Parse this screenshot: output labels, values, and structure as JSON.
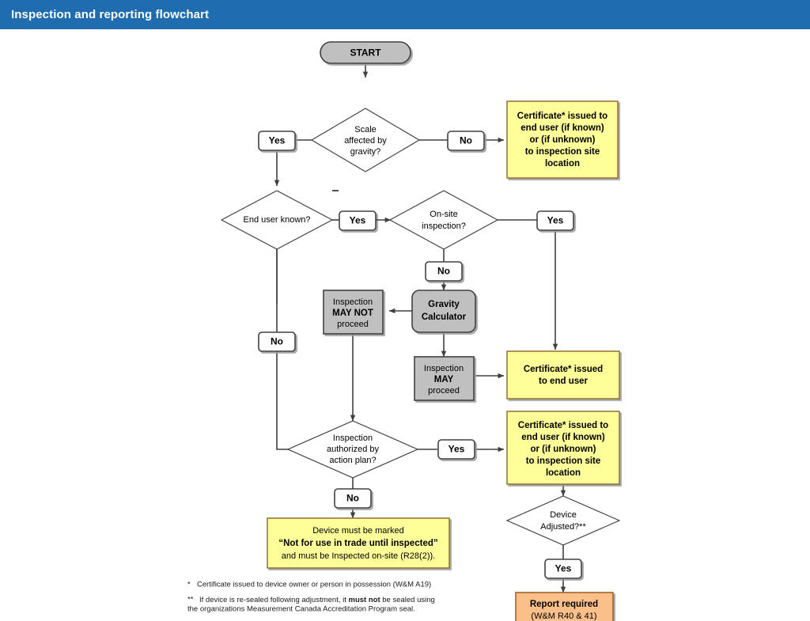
{
  "window": {
    "title": "Inspection and reporting flowchart",
    "title_bar_color": "#1f6cb0",
    "background_color": "#ffffff"
  },
  "palette": {
    "yellow_fill": "#ffff99",
    "yellow_stroke": "#8f7030",
    "gray_fill": "#c0c0c0",
    "gray_stroke": "#404040",
    "orange_fill": "#fbc08a",
    "orange_stroke": "#9c5a1e",
    "white_fill": "#ffffff",
    "line_color": "#404040"
  },
  "chart_data": {
    "type": "diagram",
    "title": "Inspection and reporting flowchart",
    "nodes": [
      {
        "id": "start",
        "shape": "terminator",
        "fill": "#c0c0c0",
        "text": "START"
      },
      {
        "id": "d_gravity",
        "shape": "decision",
        "fill": "#ffffff",
        "text": "Scale affected by gravity?"
      },
      {
        "id": "y_gravity",
        "shape": "connector",
        "fill": "#ffffff",
        "text": "Yes"
      },
      {
        "id": "n_gravity",
        "shape": "connector",
        "fill": "#ffffff",
        "text": "No"
      },
      {
        "id": "cert_top",
        "shape": "process",
        "fill": "#ffff99",
        "text": "Certificate* issued to end user (if known) or (if unknown) to inspection site location"
      },
      {
        "id": "d_enduser",
        "shape": "decision",
        "fill": "#ffffff",
        "text": "End user known?"
      },
      {
        "id": "y_enduser",
        "shape": "connector",
        "fill": "#ffffff",
        "text": "Yes"
      },
      {
        "id": "n_enduser",
        "shape": "connector",
        "fill": "#ffffff",
        "text": "No"
      },
      {
        "id": "d_onsite",
        "shape": "decision",
        "fill": "#ffffff",
        "text": "On-site inspection?"
      },
      {
        "id": "y_onsite",
        "shape": "connector",
        "fill": "#ffffff",
        "text": "Yes"
      },
      {
        "id": "n_onsite",
        "shape": "connector",
        "fill": "#ffffff",
        "text": "No"
      },
      {
        "id": "gravity_calc",
        "shape": "rounded-process",
        "fill": "#c0c0c0",
        "text": "Gravity Calculator"
      },
      {
        "id": "may_not",
        "shape": "process",
        "fill": "#c0c0c0",
        "text": "Inspection MAY NOT proceed"
      },
      {
        "id": "may",
        "shape": "process",
        "fill": "#c0c0c0",
        "text": "Inspection MAY proceed"
      },
      {
        "id": "cert_mid",
        "shape": "process",
        "fill": "#ffff99",
        "text": "Certificate* issued to end user"
      },
      {
        "id": "d_actionplan",
        "shape": "decision",
        "fill": "#ffffff",
        "text": "Inspection authorized by action plan?"
      },
      {
        "id": "y_actionplan",
        "shape": "connector",
        "fill": "#ffffff",
        "text": "Yes"
      },
      {
        "id": "n_actionplan",
        "shape": "connector",
        "fill": "#ffffff",
        "text": "No"
      },
      {
        "id": "cert_bottom",
        "shape": "process",
        "fill": "#ffff99",
        "text": "Certificate* issued to end user (if known) or (if unknown) to inspection site location"
      },
      {
        "id": "device_marked",
        "shape": "process",
        "fill": "#ffff99",
        "text": "Device must be marked \"Not for use in trade until inspected\" and must be Inspected on-site (R28(2))."
      },
      {
        "id": "d_adjusted",
        "shape": "decision",
        "fill": "#ffffff",
        "text": "Device Adjusted?**"
      },
      {
        "id": "y_adjusted",
        "shape": "connector",
        "fill": "#ffffff",
        "text": "Yes"
      },
      {
        "id": "report",
        "shape": "document",
        "fill": "#fbc08a",
        "text": "Report required (W&M R40 & 41)"
      }
    ],
    "edges": [
      {
        "from": "start",
        "to": "d_gravity",
        "label": ""
      },
      {
        "from": "d_gravity",
        "to": "y_gravity",
        "label": "Yes"
      },
      {
        "from": "d_gravity",
        "to": "n_gravity",
        "label": "No"
      },
      {
        "from": "n_gravity",
        "to": "cert_top",
        "label": ""
      },
      {
        "from": "y_gravity",
        "to": "d_enduser",
        "label": ""
      },
      {
        "from": "d_enduser",
        "to": "y_enduser",
        "label": "Yes"
      },
      {
        "from": "d_enduser",
        "to": "n_enduser",
        "label": "No"
      },
      {
        "from": "y_enduser",
        "to": "d_onsite",
        "label": ""
      },
      {
        "from": "d_onsite",
        "to": "y_onsite",
        "label": "Yes"
      },
      {
        "from": "d_onsite",
        "to": "n_onsite",
        "label": "No"
      },
      {
        "from": "y_onsite",
        "to": "cert_mid",
        "label": ""
      },
      {
        "from": "n_onsite",
        "to": "gravity_calc",
        "label": ""
      },
      {
        "from": "gravity_calc",
        "to": "may_not",
        "label": ""
      },
      {
        "from": "gravity_calc",
        "to": "may",
        "label": ""
      },
      {
        "from": "may",
        "to": "cert_mid",
        "label": ""
      },
      {
        "from": "may_not",
        "to": "d_actionplan",
        "label": ""
      },
      {
        "from": "n_enduser",
        "to": "d_actionplan",
        "label": ""
      },
      {
        "from": "d_actionplan",
        "to": "y_actionplan",
        "label": "Yes"
      },
      {
        "from": "d_actionplan",
        "to": "n_actionplan",
        "label": "No"
      },
      {
        "from": "y_actionplan",
        "to": "cert_bottom",
        "label": ""
      },
      {
        "from": "n_actionplan",
        "to": "device_marked",
        "label": ""
      },
      {
        "from": "cert_bottom",
        "to": "d_adjusted",
        "label": ""
      },
      {
        "from": "d_adjusted",
        "to": "y_adjusted",
        "label": "Yes"
      },
      {
        "from": "y_adjusted",
        "to": "report",
        "label": ""
      }
    ]
  },
  "nodes": {
    "start": {
      "label": "START"
    },
    "d_gravity": {
      "line1": "Scale",
      "line2": "affected by",
      "line3": "gravity?"
    },
    "yes_gravity": {
      "label": "Yes"
    },
    "no_gravity": {
      "label": "No"
    },
    "cert_top": {
      "line1": "Certificate* issued to",
      "line2": "end user (if known)",
      "line3": "or (if unknown)",
      "line4": "to inspection site",
      "line5": "location"
    },
    "d_enduser": {
      "line1": "End user known?"
    },
    "yes_enduser": {
      "label": "Yes"
    },
    "no_enduser": {
      "label": "No"
    },
    "d_onsite": {
      "line1": "On-site",
      "line2": "inspection?"
    },
    "yes_onsite": {
      "label": "Yes"
    },
    "no_onsite": {
      "label": "No"
    },
    "gravity_calc": {
      "line1": "Gravity",
      "line2": "Calculator"
    },
    "may_not": {
      "line1": "Inspection",
      "line2": "MAY NOT",
      "line3": "proceed"
    },
    "may": {
      "line1": "Inspection",
      "line2": "MAY",
      "line3": "proceed"
    },
    "cert_mid": {
      "line1": "Certificate* issued",
      "line2": "to end user"
    },
    "d_actionplan": {
      "line1": "Inspection",
      "line2": "authorized by",
      "line3": "action plan?"
    },
    "yes_actionplan": {
      "label": "Yes"
    },
    "no_actionplan": {
      "label": "No"
    },
    "cert_bottom": {
      "line1": "Certificate* issued to",
      "line2": "end user (if known)",
      "line3": "or (if unknown)",
      "line4": "to inspection site",
      "line5": "location"
    },
    "device_marked": {
      "line1": "Device must be marked",
      "line2": "“Not for use in trade until  inspected”",
      "line3": "and must be Inspected on-site (R28(2))."
    },
    "d_adjusted": {
      "line1": "Device",
      "line2": "Adjusted?**"
    },
    "yes_adjusted": {
      "label": "Yes"
    },
    "report": {
      "line1": "Report required",
      "line2": "(W&M R40 & 41)"
    }
  },
  "footnotes": {
    "one_marker": "*",
    "one_text": "Certificate issued to device owner or person in possession (W&M A19)",
    "two_marker": "**",
    "two_part1": "If device is re-sealed following adjustment, it ",
    "two_bold": "must not",
    "two_part2": " be sealed using",
    "two_line2": "the organizations Measurement Canada Accreditation Program seal."
  }
}
